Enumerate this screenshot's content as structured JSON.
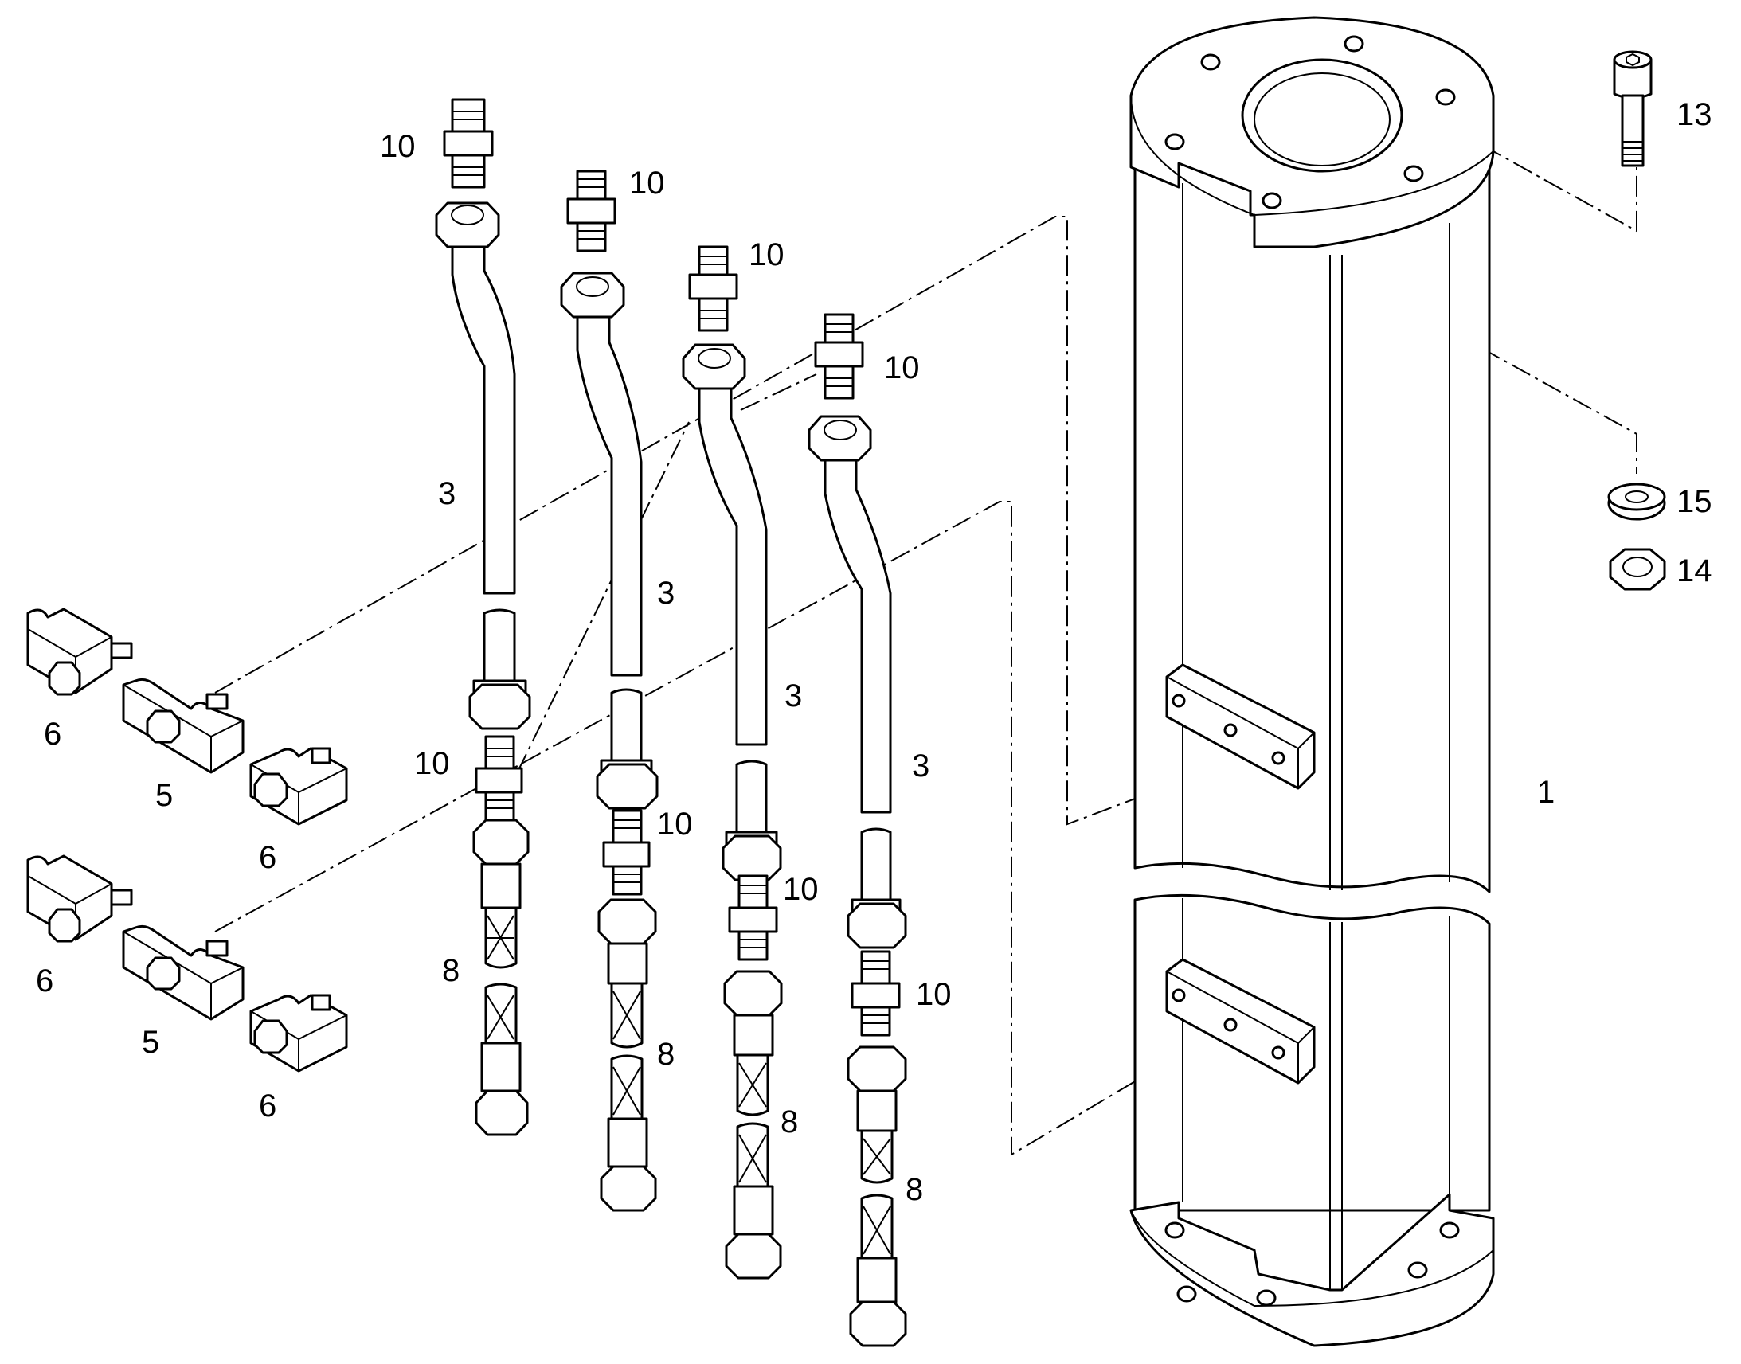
{
  "diagram": {
    "labels": {
      "housing": "1",
      "tube": "3",
      "clamp_double": "5",
      "clamp_single": "6",
      "hose": "8",
      "fitting": "10",
      "bolt": "13",
      "nut": "14",
      "washer": "15"
    },
    "colors": {
      "line": "#000000",
      "fill": "#ffffff"
    }
  }
}
